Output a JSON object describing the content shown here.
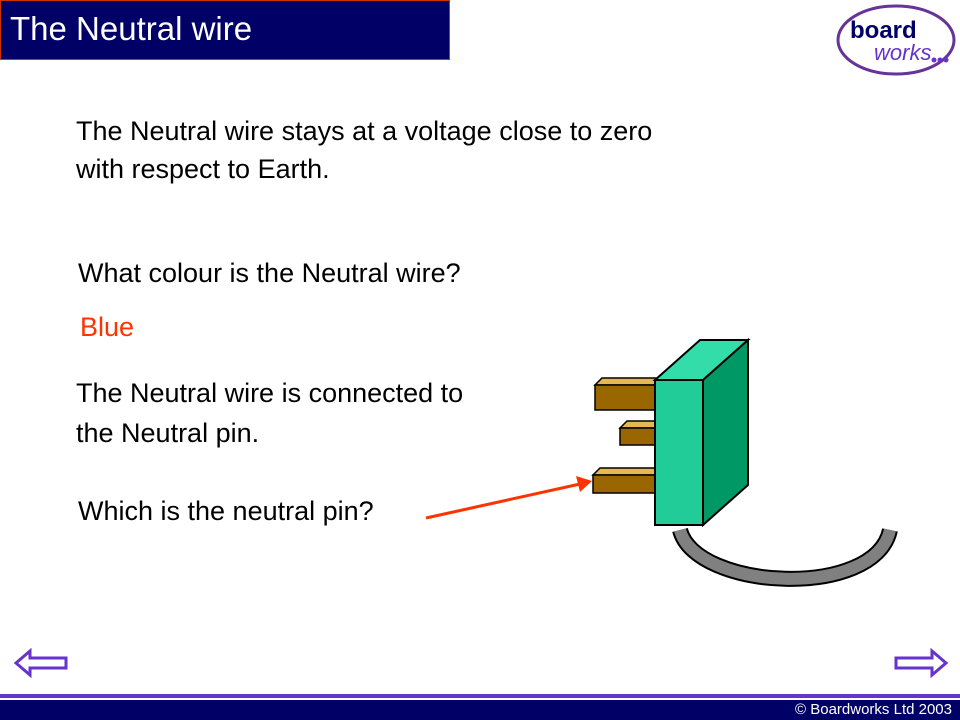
{
  "title": "The Neutral wire",
  "logo": {
    "line1": "board",
    "line2": "works"
  },
  "paragraphs": {
    "intro_line1": "The Neutral wire stays at a voltage close to zero",
    "intro_line2": "with respect to Earth.",
    "question1": "What colour is the Neutral wire?",
    "answer1": "Blue",
    "connect_line1": "The Neutral wire is connected to",
    "connect_line2": "the Neutral pin.",
    "question2": "Which is the neutral pin?"
  },
  "navigation": {
    "back_icon": "left-arrow-icon",
    "forward_icon": "right-arrow-icon"
  },
  "footer": {
    "copyright": "© Boardworks Ltd 2003"
  },
  "colors": {
    "title_bg": "#000066",
    "answer": "#ff3300",
    "accent_purple": "#6633cc",
    "plug_face": "#22cc99",
    "pin_brass": "#cc9933"
  }
}
